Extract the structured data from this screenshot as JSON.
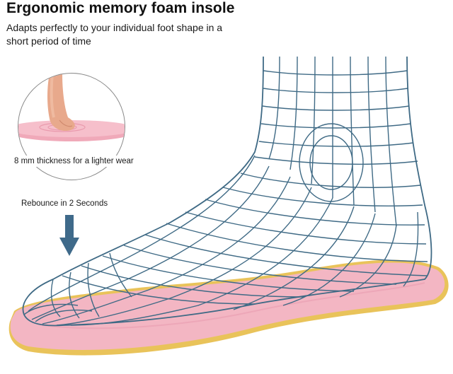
{
  "header": {
    "title": "Ergonomic memory foam insole",
    "subtitle": "Adapts perfectly to your individual foot shape in a short period of time"
  },
  "callouts": {
    "thickness": "8 mm thickness for a lighter wear",
    "rebounce": "Rebounce in 2 Seconds"
  },
  "colors": {
    "insole_pink": "#f3b6c3",
    "insole_edge": "#e7c85a",
    "wireframe": "#3f6a85",
    "arrow": "#3f6a8a"
  },
  "icons": {
    "rebounce_arrow": "down-arrow-icon"
  }
}
